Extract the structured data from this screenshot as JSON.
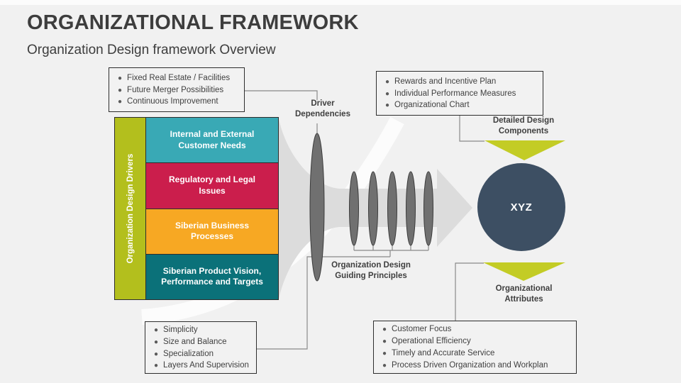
{
  "slide": {
    "title": "ORGANIZATIONAL FRAMEWORK",
    "subtitle": "Organization Design framework Overview"
  },
  "drivers": {
    "axis_label": "Organization Design Drivers",
    "items": [
      {
        "label": "Internal and External Customer Needs",
        "color": "#39a9b5"
      },
      {
        "label": "Regulatory and Legal Issues",
        "color": "#cb1e4c"
      },
      {
        "label": "Siberian Business Processes",
        "color": "#f7a823"
      },
      {
        "label": "Siberian Product Vision, Performance and Targets",
        "color": "#0b7179"
      }
    ]
  },
  "callouts": {
    "top_left": {
      "items": [
        "Fixed Real Estate / Facilities",
        "Future Merger Possibilities",
        "Continuous Improvement"
      ]
    },
    "top_right": {
      "items": [
        "Rewards and Incentive Plan",
        "Individual Performance Measures",
        "Organizational Chart"
      ]
    },
    "bottom_left": {
      "items": [
        "Simplicity",
        "Size and Balance",
        "Specialization",
        "Layers And Supervision"
      ]
    },
    "bottom_right": {
      "items": [
        "Customer Focus",
        "Operational Efficiency",
        "Timely and Accurate Service",
        "Process Driven Organization and Workplan"
      ]
    }
  },
  "labels": {
    "driver_dependencies": "Driver Dependencies",
    "guiding_principles": "Organization Design Guiding Principles",
    "detailed_design_components": "Detailed Design Components",
    "organizational_attributes": "Organizational Attributes",
    "company": "XYZ"
  },
  "colors": {
    "background": "#f1f1f1",
    "accent_green": "#c3cc25",
    "bar_green": "#b3bf1d",
    "teal": "#39a9b5",
    "crimson": "#cb1e4c",
    "orange": "#f7a823",
    "dark_teal": "#0b7179",
    "circle_navy": "#3d4f63",
    "funnel_gray": "#dcdcdc",
    "ellipse_gray": "#707070",
    "connector_gray": "#8a8a8a",
    "text_dark": "#3f3f3f"
  }
}
